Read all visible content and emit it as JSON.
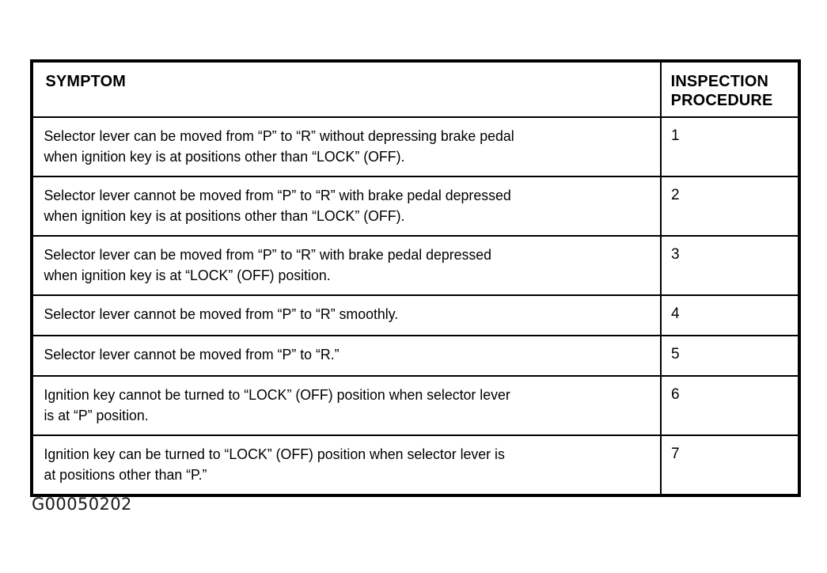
{
  "figure": {
    "caption": "G00050202",
    "background_color": "#ffffff",
    "ink_color": "#000000"
  },
  "table": {
    "headers": {
      "symptom": "SYMPTOM",
      "inspection_procedure": "INSPECTION\nPROCEDURE"
    },
    "rows": [
      {
        "symptom": "Selector lever can be moved from “P” to “R” without depressing brake pedal\nwhen ignition key is at positions other than “LOCK” (OFF).",
        "procedure": "1"
      },
      {
        "symptom": "Selector lever cannot be moved from “P” to “R” with brake pedal depressed\nwhen ignition key is at positions other than “LOCK” (OFF).",
        "procedure": "2"
      },
      {
        "symptom": "Selector lever can be moved from “P” to “R” with brake pedal depressed\nwhen ignition key is at “LOCK” (OFF) position.",
        "procedure": "3"
      },
      {
        "symptom": "Selector lever cannot be moved from “P” to “R” smoothly.",
        "procedure": "4"
      },
      {
        "symptom": "Selector lever cannot be moved from “P” to “R.”",
        "procedure": "5"
      },
      {
        "symptom": "Ignition key cannot be turned to “LOCK” (OFF) position when selector lever\nis at “P” position.",
        "procedure": "6"
      },
      {
        "symptom": "Ignition key can be turned to “LOCK” (OFF) position when selector lever is\nat positions other than “P.”",
        "procedure": "7"
      }
    ]
  }
}
